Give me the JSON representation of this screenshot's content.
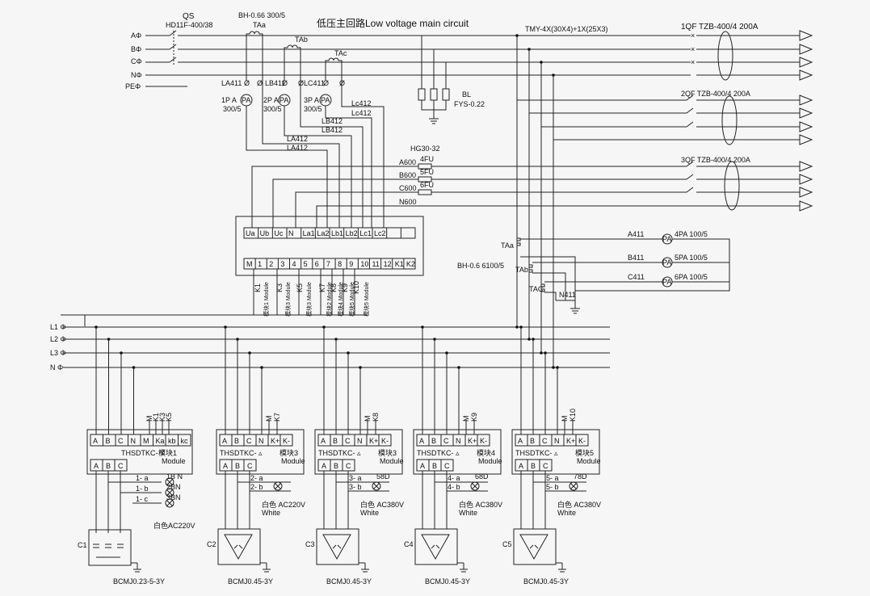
{
  "title": "低压主回路Low voltage main circuit",
  "qs": {
    "name": "QS",
    "model": "HD11F-400/38"
  },
  "ct_main": {
    "model": "BH-0.66 300/5",
    "a": "TAa",
    "b": "TAb",
    "c": "TAc"
  },
  "bus": "TMY-4X(30X4)+1X(25X3)",
  "phases": [
    "AΦ",
    "BΦ",
    "CΦ",
    "NΦ",
    "PEΦ"
  ],
  "breakers": [
    "1QF TZB-400/4 200A",
    "2QF TZB-400/4 200A",
    "3QF TZB-400/4 200A"
  ],
  "arrester": {
    "name": "BL",
    "model": "FYS-0.22"
  },
  "ammeters": {
    "p1": {
      "label": "1P A",
      "icon": "PA",
      "ratio": "300/5"
    },
    "p2": {
      "label": "2P A",
      "icon": "PA",
      "ratio": "300/5"
    },
    "p3": {
      "label": "3P A",
      "icon": "PA",
      "ratio": "300/5"
    }
  },
  "wires": {
    "la411": "LA411",
    "lb411": "LB411",
    "lc411": "LC411",
    "lc412": "Lc412",
    "lb412": "LB412",
    "la412": "LA412"
  },
  "fuse": {
    "model": "HG30-32",
    "f4": "4FU",
    "f5": "5FU",
    "f6": "6FU",
    "a600": "A600",
    "b600": "B600",
    "c600": "C600",
    "n600": "N600"
  },
  "terminals_top": [
    "Ua",
    "Ub",
    "Uc",
    "N",
    "La1",
    "La2",
    "Lb1",
    "Lb2",
    "Lc1",
    "Lc2",
    "",
    ""
  ],
  "terminals_bottom": [
    "M",
    "1",
    "2",
    "3",
    "4",
    "5",
    "6",
    "7",
    "8",
    "9",
    "10",
    "11",
    "12",
    "K1",
    "K2"
  ],
  "terminal_vertical": [
    "K1",
    "K3",
    "K5",
    "K7",
    "K8",
    "K9",
    "K10"
  ],
  "module_labels": [
    "模块1 Module",
    "模块3 Module",
    "模块3 Module",
    "模块2 Module",
    "模块4 Module",
    "模块5 Module",
    "模块5 Module"
  ],
  "ct_aux": {
    "model": "BH-0.6 6100/5",
    "a": "TAa",
    "b": "TAb",
    "c": "TAC",
    "n": "N411"
  },
  "meters_right": [
    {
      "wire": "A411",
      "label": "4PA 100/5"
    },
    {
      "wire": "B411",
      "label": "5PA 100/5"
    },
    {
      "wire": "C411",
      "label": "6PA 100/5"
    }
  ],
  "buses": [
    "L1 Φ",
    "L2 Φ",
    "L3 Φ",
    "N Φ"
  ],
  "modules": [
    {
      "model": "THSDTKC- Y",
      "sub": "模块1",
      "sub2": "Module",
      "top": [
        "A",
        "B",
        "C",
        "N",
        "M",
        "Ka",
        "kb",
        "kc"
      ],
      "ctrl": [
        "M",
        "K1",
        "K3",
        "K5"
      ],
      "lamps": [
        [
          "1- a",
          "1B N"
        ],
        [
          "1- b",
          "2BN"
        ],
        [
          "1- c",
          "3BN"
        ]
      ],
      "color": "白色AC220V",
      "color2": "",
      "cap": "C1",
      "capmodel": "BCMJ0.23-5-3Y"
    },
    {
      "model": "THSDTKC- ▵",
      "sub": "模块3",
      "sub2": "Module",
      "top": [
        "A",
        "B",
        "C",
        "N",
        "K+",
        "K-"
      ],
      "ctrl": [
        "M",
        "K7"
      ],
      "lamps": [
        [
          "2- a",
          ""
        ],
        [
          "2- b",
          ""
        ]
      ],
      "color": "白色 AC220V",
      "color2": "White",
      "cap": "C2",
      "capmodel": "BCMJ0.45-3Y"
    },
    {
      "model": "THSDTKC- ▵",
      "sub": "模块3",
      "sub2": "Module",
      "top": [
        "A",
        "B",
        "C",
        "N",
        "K+",
        "K-"
      ],
      "ctrl": [
        "M",
        "K8"
      ],
      "lamps": [
        [
          "3- a",
          "58D"
        ],
        [
          "3- b",
          ""
        ]
      ],
      "color": "白色 AC380V",
      "color2": "White",
      "cap": "C3",
      "capmodel": "BCMJ0.45-3Y"
    },
    {
      "model": "THSDTKC- ▵",
      "sub": "模块4",
      "sub2": "Module",
      "top": [
        "A",
        "B",
        "C",
        "N",
        "K+",
        "K-"
      ],
      "ctrl": [
        "M",
        "K9"
      ],
      "lamps": [
        [
          "4- a",
          "68D"
        ],
        [
          "4- b",
          ""
        ]
      ],
      "color": "白色 AC380V",
      "color2": "White",
      "cap": "C4",
      "capmodel": "BCMJ0.45-3Y"
    },
    {
      "model": "THSDTKC- ▵",
      "sub": "模块5",
      "sub2": "Module",
      "top": [
        "A",
        "B",
        "C",
        "N",
        "K+",
        "K-"
      ],
      "ctrl": [
        "M",
        "K10"
      ],
      "lamps": [
        [
          "5- a",
          "78D"
        ],
        [
          "5- b",
          ""
        ]
      ],
      "color": "白色 AC380V",
      "color2": "White",
      "cap": "C5",
      "capmodel": "BCMJ0.45-3Y"
    }
  ]
}
